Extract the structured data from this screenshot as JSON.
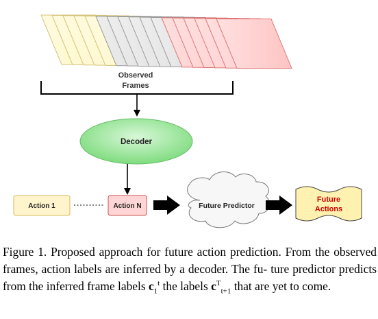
{
  "diagram": {
    "frames_label_line1": "Observed",
    "frames_label_line2": "Frames",
    "decoder_label": "Decoder",
    "action_first_label": "Action 1",
    "action_last_label": "Action N",
    "predictor_label": "Future Predictor",
    "output_label_line1": "Future",
    "output_label_line2": "Actions",
    "frame_colors": [
      "#fff9d0",
      "#e5e5e5",
      "#ffd0d0"
    ],
    "decoder_color": "#9ce69c",
    "action_first_color": "#fff4cc",
    "action_last_color": "#ffd6d6",
    "output_color": "#fff2b0",
    "output_text_color": "#cc0000"
  },
  "caption": {
    "line1": "Figure 1. Proposed approach for future action prediction. From the",
    "line2": "observed frames, action labels are inferred by a decoder. The fu-",
    "line3_pre": "ture predictor predicts from the inferred frame labels ",
    "symbol_c": "c",
    "sub_1": "1",
    "sup_t": "t",
    "line3_post": " the labels",
    "sup_T": "T",
    "sub_t1": "t+1",
    "line4_post": " that are yet to come."
  }
}
